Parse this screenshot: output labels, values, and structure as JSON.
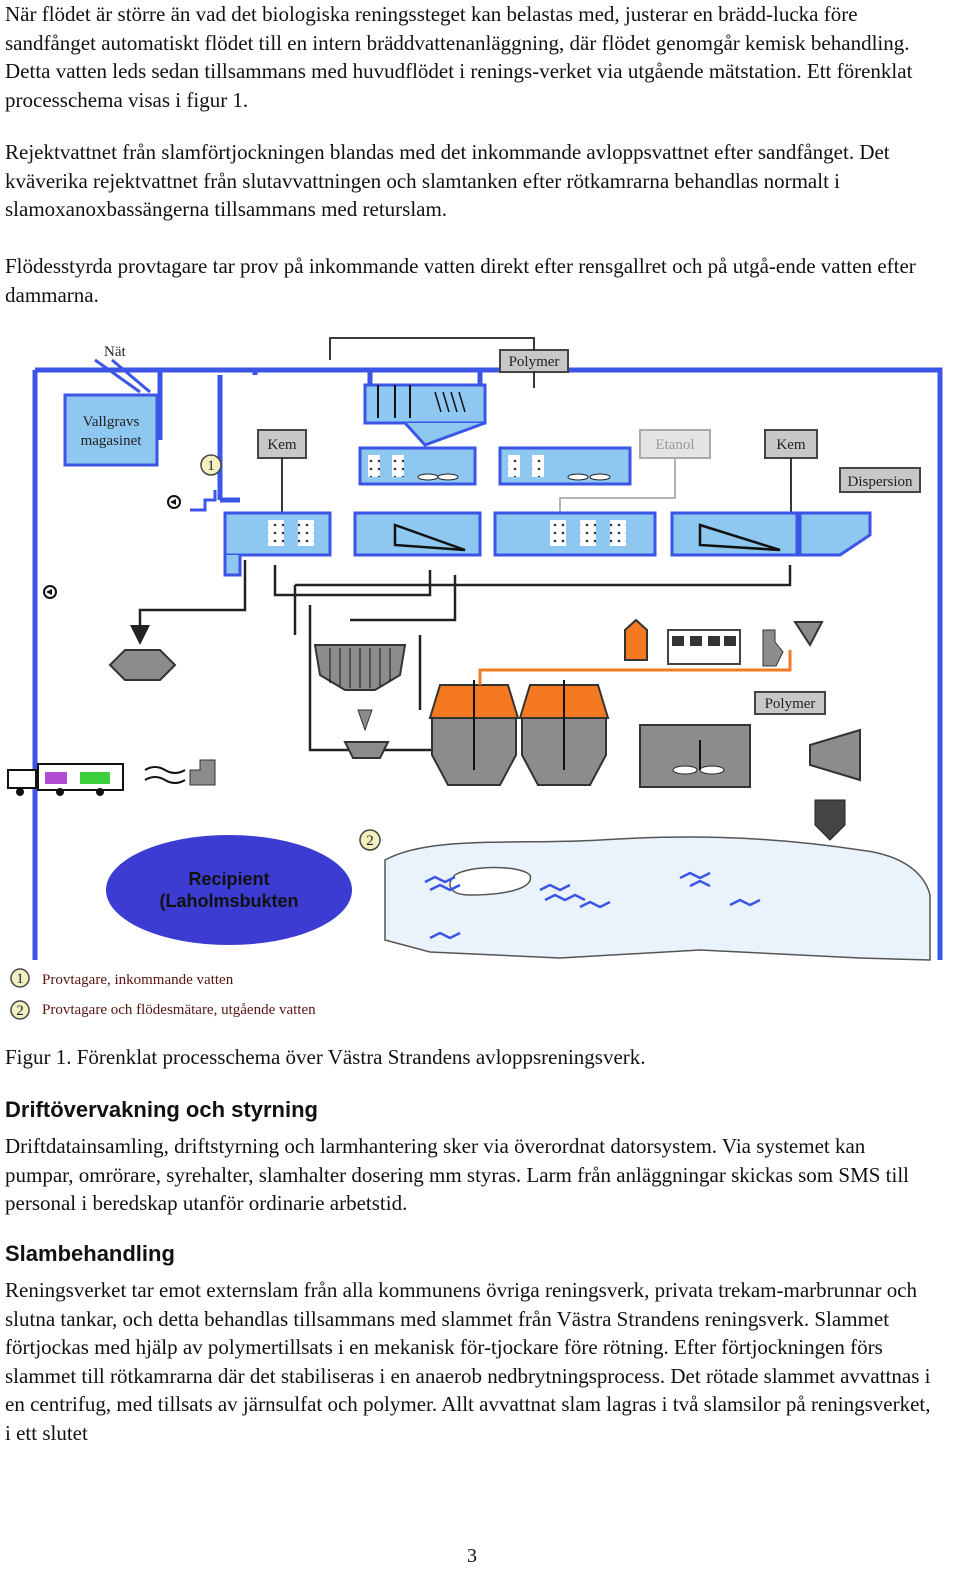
{
  "paragraphs": [
    "När flödet är större än vad det biologiska reningssteget kan belastas med, justerar en brädd-lucka före sandfånget automatiskt flödet till en intern bräddvattenanläggning, där flödet genomgår kemisk behandling. Detta vatten leds sedan tillsammans med huvudflödet i renings-verket via utgående mätstation. Ett förenklat processchema visas i figur 1.",
    "Rejektvattnet från slamförtjockningen blandas med det inkommande avloppsvattnet efter sandfånget. Det kväverika rejektvattnet från slutavvattningen och slamtanken efter rötkamrarna behandlas normalt i slamoxanoxbassängerna tillsammans med returslam.",
    "Flödesstyrda provtagare tar prov på inkommande vatten direkt efter rensgallret och på utgå-ende vatten efter dammarna."
  ],
  "diagram": {
    "labels": {
      "nat": "Nät",
      "vallgravs": [
        "Vallgravs",
        "magasinet"
      ],
      "polymer_top": "Polymer",
      "kem1": "Kem",
      "etanol": "Etanol",
      "kem2": "Kem",
      "dispersion": "Dispersion",
      "polymer_mid": "Polymer",
      "recipient": [
        "Recipient",
        "(Laholmsbukten"
      ]
    },
    "markers": {
      "m1": "1",
      "m2": "2"
    },
    "legend": [
      {
        "num": "1",
        "text": "Provtagare, inkommande vatten"
      },
      {
        "num": "2",
        "text": "Provtagare och flödesmätare, utgående vatten"
      }
    ],
    "colors": {
      "blue": "#3b56e6",
      "light_blue": "#8ec7f0",
      "orange": "#f47920",
      "grey": "#8c8c8c",
      "recipient": "#3c3cd2"
    }
  },
  "caption": "Figur 1. Förenklat processchema över Västra Strandens avloppsreningsverk.",
  "sections": [
    {
      "heading": "Driftövervakning och styrning",
      "text": "Driftdatainsamling, driftstyrning och larmhantering sker via överordnat datorsystem. Via systemet kan pumpar, omrörare, syrehalter, slamhalter dosering mm styras. Larm från anläggningar skickas som SMS till personal i beredskap utanför ordinarie arbetstid."
    },
    {
      "heading": "Slambehandling",
      "text": "Reningsverket tar emot externslam från alla kommunens övriga reningsverk, privata trekam-marbrunnar och slutna tankar, och detta behandlas tillsammans med slammet från Västra Strandens reningsverk. Slammet förtjockas med hjälp av polymertillsats i en mekanisk för-tjockare före rötning. Efter förtjockningen förs slammet till rötkamrarna där det stabiliseras i en anaerob nedbrytningsprocess. Det rötade slammet avvattnas i en centrifug, med tillsats av järnsulfat och polymer. Allt avvattnat slam lagras i två slamsilor på reningsverket, i ett slutet"
    }
  ],
  "page_number": "3"
}
